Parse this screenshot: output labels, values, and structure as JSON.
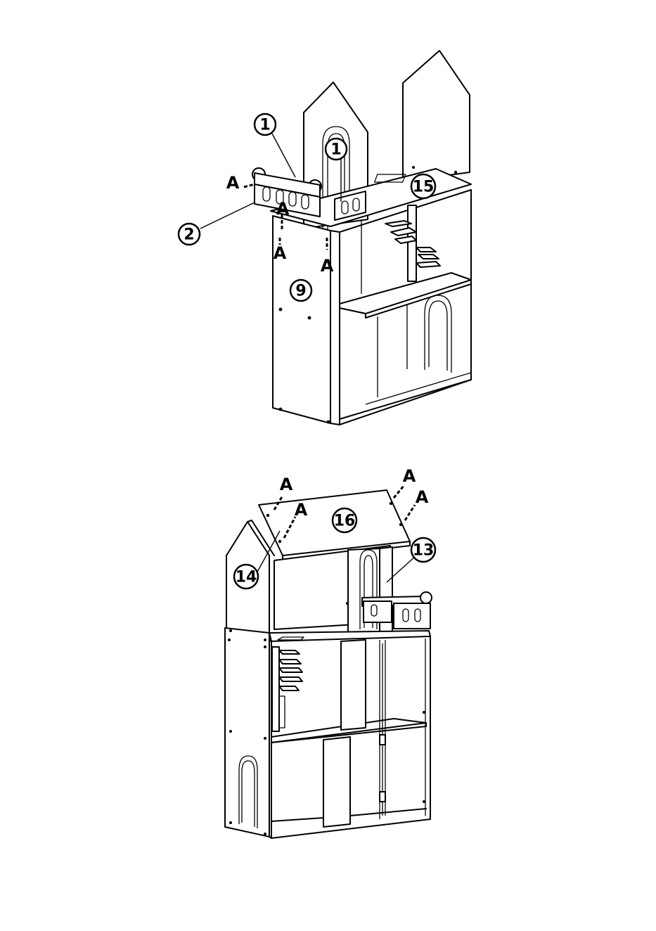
{
  "step1": {
    "parts": {
      "p1a": "1",
      "p1b": "1",
      "p2": "2",
      "p9": "9",
      "p15": "15"
    },
    "screws": [
      "A",
      "A",
      "A",
      "A"
    ]
  },
  "step2": {
    "parts": {
      "p14": "14",
      "p16": "16",
      "p13": "13"
    },
    "screws": [
      "A",
      "A",
      "A",
      "A"
    ]
  }
}
